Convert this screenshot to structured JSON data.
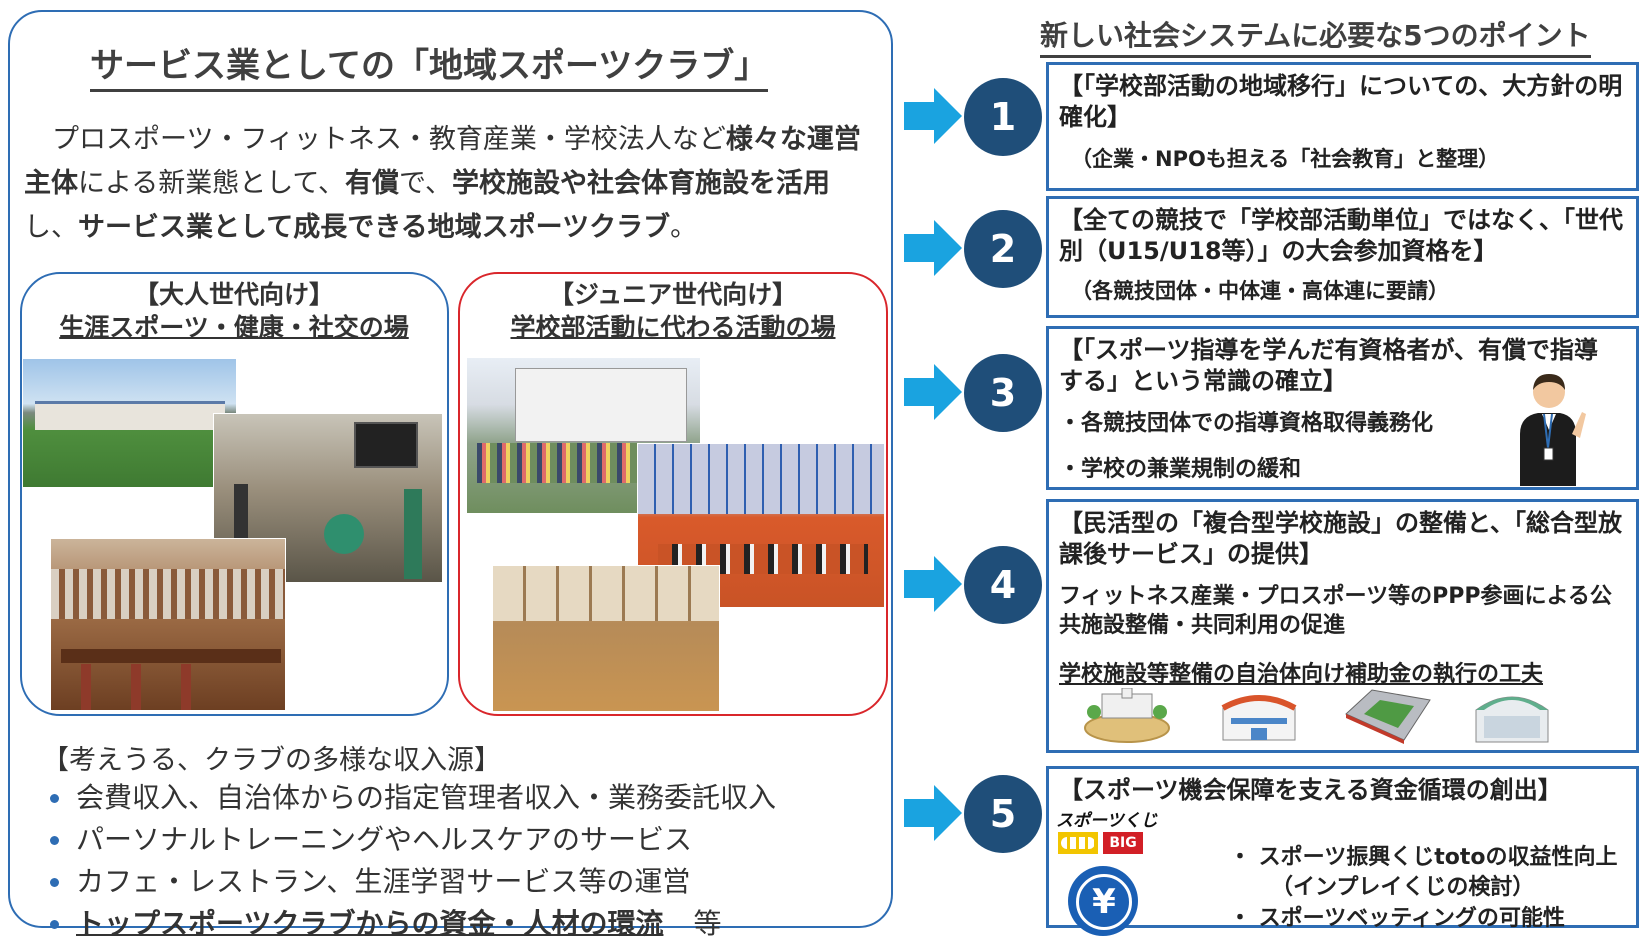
{
  "left": {
    "title": "サービス業としての「地域スポーツクラブ」",
    "intro": {
      "p1": "プロスポーツ・フィットネス・教育産業・学校法人など",
      "p2": "様々な運営主体",
      "p3": "による新業態として、",
      "p4": "有償",
      "p5": "で、",
      "p6": "学校施設や社会体育施設を活用",
      "p7": "し、",
      "p8": "サービス業として成長できる地域スポーツクラブ",
      "p9": "。"
    },
    "adult": {
      "line1": "【大人世代向け】",
      "line2": "生涯スポーツ・健康・社交の場"
    },
    "junior": {
      "line1": "【ジュニア世代向け】",
      "line2": "学校部活動に代わる活動の場"
    },
    "revenue": {
      "heading": "【考えうる、クラブの多様な収入源】",
      "items": [
        "会費収入、自治体からの指定管理者収入・業務委託収入",
        "パーソナルトレーニングやヘルスケアのサービス",
        "カフェ・レストラン、生涯学習サービス等の運営",
        "トップスポーツクラブからの資金・人材の環流"
      ],
      "suffix": "等"
    }
  },
  "right": {
    "title": "新しい社会システムに必要な5つのポイント",
    "points": [
      {
        "num": "1",
        "head": "【「学校部活動の地域移行」についての、大方針の明確化】",
        "sub": "（企業・NPOも担える「社会教育」と整理）"
      },
      {
        "num": "2",
        "head": "【全ての競技で「学校部活動単位」ではなく、「世代別（U15/U18等）」の大会参加資格を】",
        "sub": "（各競技団体・中体連・高体連に要請）"
      },
      {
        "num": "3",
        "head": "【「スポーツ指導を学んだ有資格者が、有償で指導する」という常識の確立】",
        "bullet1": "・各競技団体での指導資格取得義務化",
        "bullet2": "・学校の兼業規制の緩和"
      },
      {
        "num": "4",
        "head": "【民活型の「複合型学校施設」の整備と、「総合型放課後サービス」の提供】",
        "line1": "フィットネス産業・プロスポーツ等のPPP参画による公共施設整備・共同利用の促進",
        "line2": "学校施設等整備の自治体向け補助金の執行の工夫"
      },
      {
        "num": "5",
        "head": "【スポーツ機会保障を支える資金循環の創出】",
        "logo": "スポーツくじ",
        "logo_big": "BIG",
        "yen": "¥",
        "bullet1": "・ スポーツ振興くじtotoの収益性向上",
        "bullet1b": "（インプレイくじの検討）",
        "bullet2": "・ スポーツベッティングの可能性"
      }
    ]
  },
  "colors": {
    "frame_blue": "#2e6db4",
    "circle_navy": "#1f4e79",
    "arrow_cyan": "#1aa3e0",
    "junior_red": "#d9262b"
  }
}
